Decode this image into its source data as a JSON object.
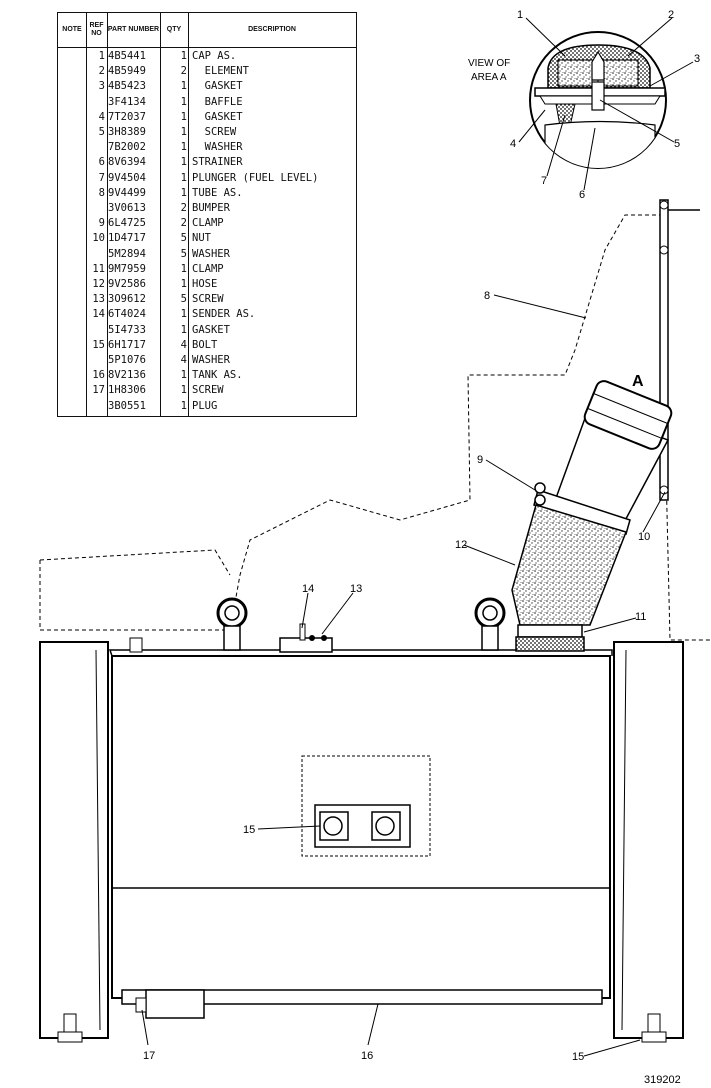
{
  "table": {
    "headers": {
      "note": "NOTE",
      "ref_no": "REF NO",
      "part_number": "PART NUMBER",
      "qty": "QTY",
      "description": "DESCRIPTION"
    },
    "rows": [
      {
        "ref": "1",
        "part": "4B5441",
        "qty": "1",
        "desc": "CAP AS."
      },
      {
        "ref": "2",
        "part": "4B5949",
        "qty": "2",
        "desc": "  ELEMENT"
      },
      {
        "ref": "3",
        "part": "4B5423",
        "qty": "1",
        "desc": "  GASKET"
      },
      {
        "ref": "",
        "part": "3F4134",
        "qty": "1",
        "desc": "  BAFFLE"
      },
      {
        "ref": "4",
        "part": "7T2037",
        "qty": "1",
        "desc": "  GASKET"
      },
      {
        "ref": "5",
        "part": "3H8389",
        "qty": "1",
        "desc": "  SCREW"
      },
      {
        "ref": "",
        "part": "7B2002",
        "qty": "1",
        "desc": "  WASHER"
      },
      {
        "ref": "6",
        "part": "8V6394",
        "qty": "1",
        "desc": "STRAINER"
      },
      {
        "ref": "7",
        "part": "9V4504",
        "qty": "1",
        "desc": "PLUNGER (FUEL LEVEL)"
      },
      {
        "ref": "8",
        "part": "9V4499",
        "qty": "1",
        "desc": "TUBE AS."
      },
      {
        "ref": "",
        "part": "3V0613",
        "qty": "2",
        "desc": "BUMPER"
      },
      {
        "ref": "9",
        "part": "6L4725",
        "qty": "2",
        "desc": "CLAMP"
      },
      {
        "ref": "10",
        "part": "1D4717",
        "qty": "5",
        "desc": "NUT"
      },
      {
        "ref": "",
        "part": "5M2894",
        "qty": "5",
        "desc": "WASHER"
      },
      {
        "ref": "11",
        "part": "9M7959",
        "qty": "1",
        "desc": "CLAMP"
      },
      {
        "ref": "12",
        "part": "9V2586",
        "qty": "1",
        "desc": "HOSE"
      },
      {
        "ref": "13",
        "part": "3O9612",
        "qty": "5",
        "desc": "SCREW"
      },
      {
        "ref": "14",
        "part": "6T4024",
        "qty": "1",
        "desc": "SENDER AS."
      },
      {
        "ref": "",
        "part": "5I4733",
        "qty": "1",
        "desc": "GASKET"
      },
      {
        "ref": "15",
        "part": "6H1717",
        "qty": "4",
        "desc": "BOLT"
      },
      {
        "ref": "",
        "part": "5P1076",
        "qty": "4",
        "desc": "WASHER"
      },
      {
        "ref": "16",
        "part": "8V2136",
        "qty": "1",
        "desc": "TANK AS."
      },
      {
        "ref": "17",
        "part": "1H8306",
        "qty": "1",
        "desc": "SCREW"
      },
      {
        "ref": "",
        "part": "3B0551",
        "qty": "1",
        "desc": "PLUG"
      }
    ]
  },
  "drawing": {
    "view_label_line1": "VIEW OF",
    "view_label_line2": "AREA A",
    "area_marker": "A",
    "callouts": {
      "c1": "1",
      "c2": "2",
      "c3": "3",
      "c4": "4",
      "c5": "5",
      "c6": "6",
      "c7": "7",
      "c8": "8",
      "c9": "9",
      "c10": "10",
      "c11": "11",
      "c12": "12",
      "c13": "13",
      "c14": "14",
      "c15a": "15",
      "c15b": "15",
      "c16": "16",
      "c17": "17"
    },
    "figure_number": "319202"
  }
}
